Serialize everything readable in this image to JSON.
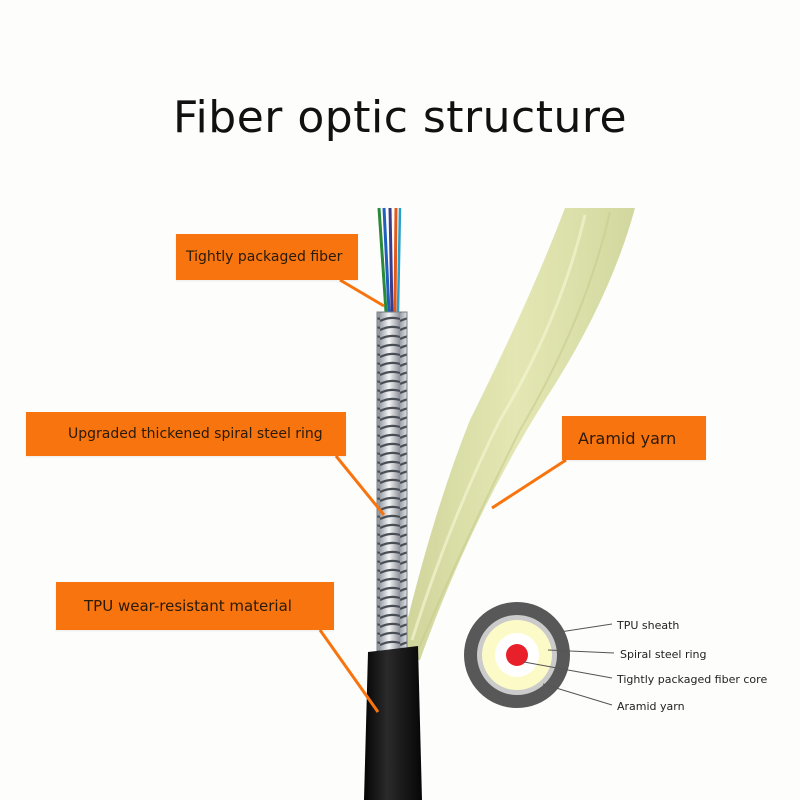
{
  "title": "Fiber optic structure",
  "callouts": {
    "tight_fiber": "Tightly packaged fiber",
    "spiral_ring": "Upgraded thickened spiral steel ring",
    "aramid": "Aramid yarn",
    "tpu": "TPU wear-resistant material"
  },
  "cross_section": {
    "labels": {
      "sheath": "TPU sheath",
      "ring": "Spiral steel ring",
      "core": "Tightly packaged fiber core",
      "aramid": "Aramid yarn"
    }
  },
  "colors": {
    "callout": "#f7740e",
    "sheath": "#555555",
    "ring": "#c9c9c9",
    "aramid": "#fdfbc8",
    "core": "#e8202a",
    "yarn": "#dfe3a8"
  }
}
